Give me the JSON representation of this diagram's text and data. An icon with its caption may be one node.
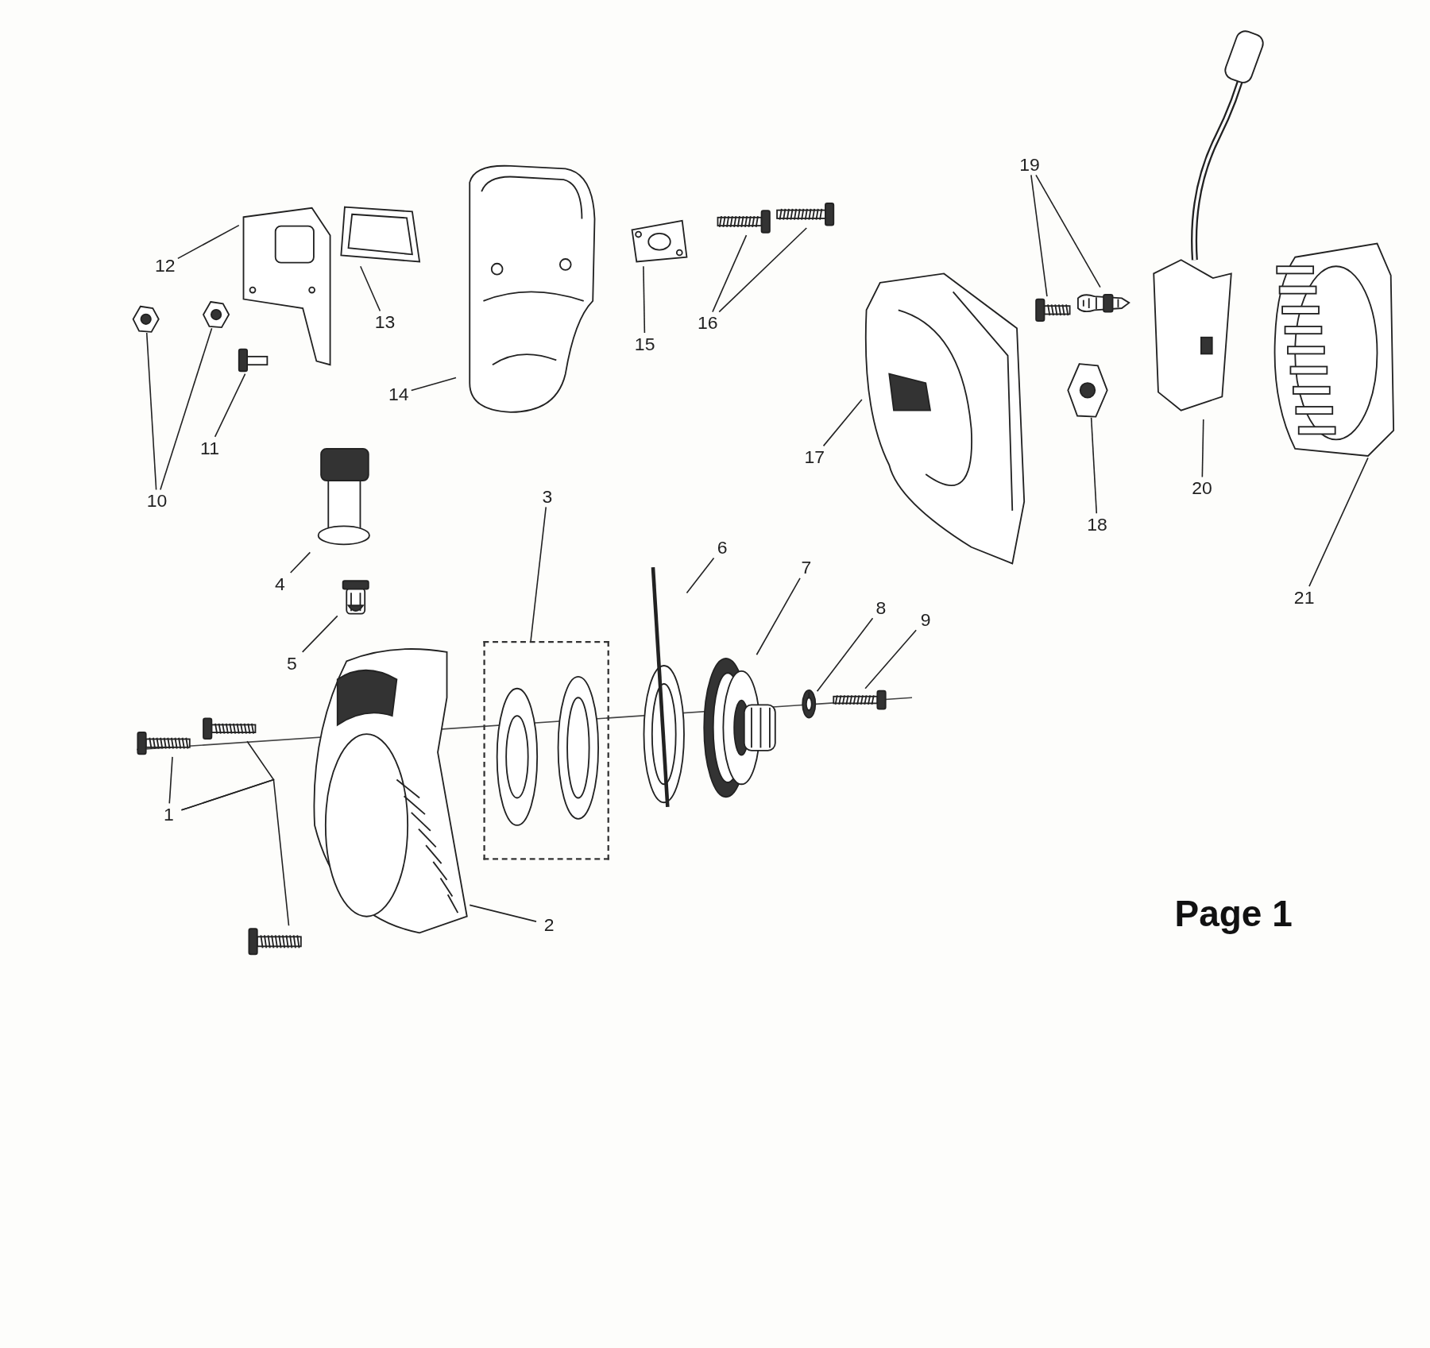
{
  "diagram": {
    "nodes": [
      {
        "text": [
          "1"
        ]
      },
      {
        "text": [
          "2"
        ]
      },
      {
        "text": [
          "3"
        ]
      },
      {
        "text": [
          "4"
        ]
      },
      {
        "text": [
          "5"
        ]
      },
      {
        "text": [
          "6"
        ]
      },
      {
        "text": [
          "7"
        ]
      },
      {
        "text": [
          "8"
        ]
      },
      {
        "text": [
          "9"
        ]
      },
      {
        "text": [
          "10"
        ]
      },
      {
        "text": [
          "11"
        ]
      },
      {
        "text": [
          "12"
        ]
      },
      {
        "text": [
          "13"
        ]
      },
      {
        "text": [
          "14"
        ]
      },
      {
        "text": [
          "15"
        ]
      },
      {
        "text": [
          "16"
        ]
      },
      {
        "text": [
          "17"
        ]
      },
      {
        "text": [
          "18"
        ]
      },
      {
        "text": [
          "19"
        ]
      },
      {
        "text": [
          "20"
        ]
      },
      {
        "text": [
          "21"
        ]
      },
      {
        "text": [],
        "shape": "picture"
      },
      {
        "text": [],
        "shape": "picture"
      },
      {
        "text": [],
        "shape": "picture"
      },
      {
        "text": [],
        "shape": "picture"
      },
      {
        "text": [],
        "shape": "box"
      },
      {
        "text": [],
        "shape": "picture"
      },
      {
        "text": [],
        "shape": "picture"
      },
      {
        "text": [],
        "shape": "picture"
      },
      {
        "text": [],
        "shape": "picture"
      },
      {
        "text": [],
        "shape": "picture"
      },
      {
        "text": [],
        "shape": "picture"
      },
      {
        "text": [],
        "shape": "picture"
      },
      {
        "text": [],
        "shape": "picture"
      },
      {
        "text": [],
        "shape": "picture"
      },
      {
        "text": [],
        "shape": "picture"
      },
      {
        "text": [],
        "shape": "picture"
      },
      {
        "text": [],
        "shape": "picture"
      },
      {
        "text": [],
        "shape": "picture"
      },
      {
        "text": [],
        "shape": "picture"
      },
      {
        "text": [],
        "shape": "picture"
      },
      {
        "text": [],
        "shape": "picture"
      },
      {
        "text": [],
        "shape": "picture"
      },
      {
        "text": [],
        "shape": "picture"
      },
      {
        "text": [],
        "shape": "picture"
      },
      {
        "text": [],
        "shape": "picture"
      },
      {
        "text": [],
        "shape": "picture"
      }
    ],
    "edges": [
      {
        "from": 0,
        "to": 21,
        "arrow": "none"
      },
      {
        "from": 0,
        "to": 22,
        "arrow": "none"
      },
      {
        "from": 0,
        "to": 23,
        "arrow": "none"
      },
      {
        "from": 1,
        "to": 24,
        "arrow": "none"
      },
      {
        "from": 2,
        "to": 25,
        "arrow": "none"
      },
      {
        "from": 3,
        "to": 26,
        "arrow": "none"
      },
      {
        "from": 4,
        "to": 27,
        "arrow": "none"
      },
      {
        "from": 5,
        "to": 28,
        "arrow": "none"
      },
      {
        "from": 6,
        "to": 29,
        "arrow": "none"
      },
      {
        "from": 7,
        "to": 30,
        "arrow": "none"
      },
      {
        "from": 8,
        "to": 31,
        "arrow": "none"
      },
      {
        "from": 9,
        "to": 32,
        "arrow": "none"
      },
      {
        "from": 9,
        "to": 33,
        "arrow": "none"
      },
      {
        "from": 10,
        "to": 34,
        "arrow": "none"
      },
      {
        "from": 11,
        "to": 35,
        "arrow": "none"
      },
      {
        "from": 12,
        "to": 36,
        "arrow": "none"
      },
      {
        "from": 13,
        "to": 37,
        "arrow": "none"
      },
      {
        "from": 14,
        "to": 38,
        "arrow": "none"
      },
      {
        "from": 15,
        "to": 39,
        "arrow": "none"
      },
      {
        "from": 15,
        "to": 40,
        "arrow": "none"
      },
      {
        "from": 16,
        "to": 41,
        "arrow": "none"
      },
      {
        "from": 18,
        "to": 42,
        "arrow": "none"
      },
      {
        "from": 18,
        "to": 43,
        "arrow": "none"
      },
      {
        "from": 17,
        "to": 44,
        "arrow": "none"
      },
      {
        "from": 19,
        "to": 45,
        "arrow": "none"
      },
      {
        "from": 20,
        "to": 46,
        "arrow": "none"
      }
    ],
    "labels": [
      "Page 1"
    ]
  }
}
